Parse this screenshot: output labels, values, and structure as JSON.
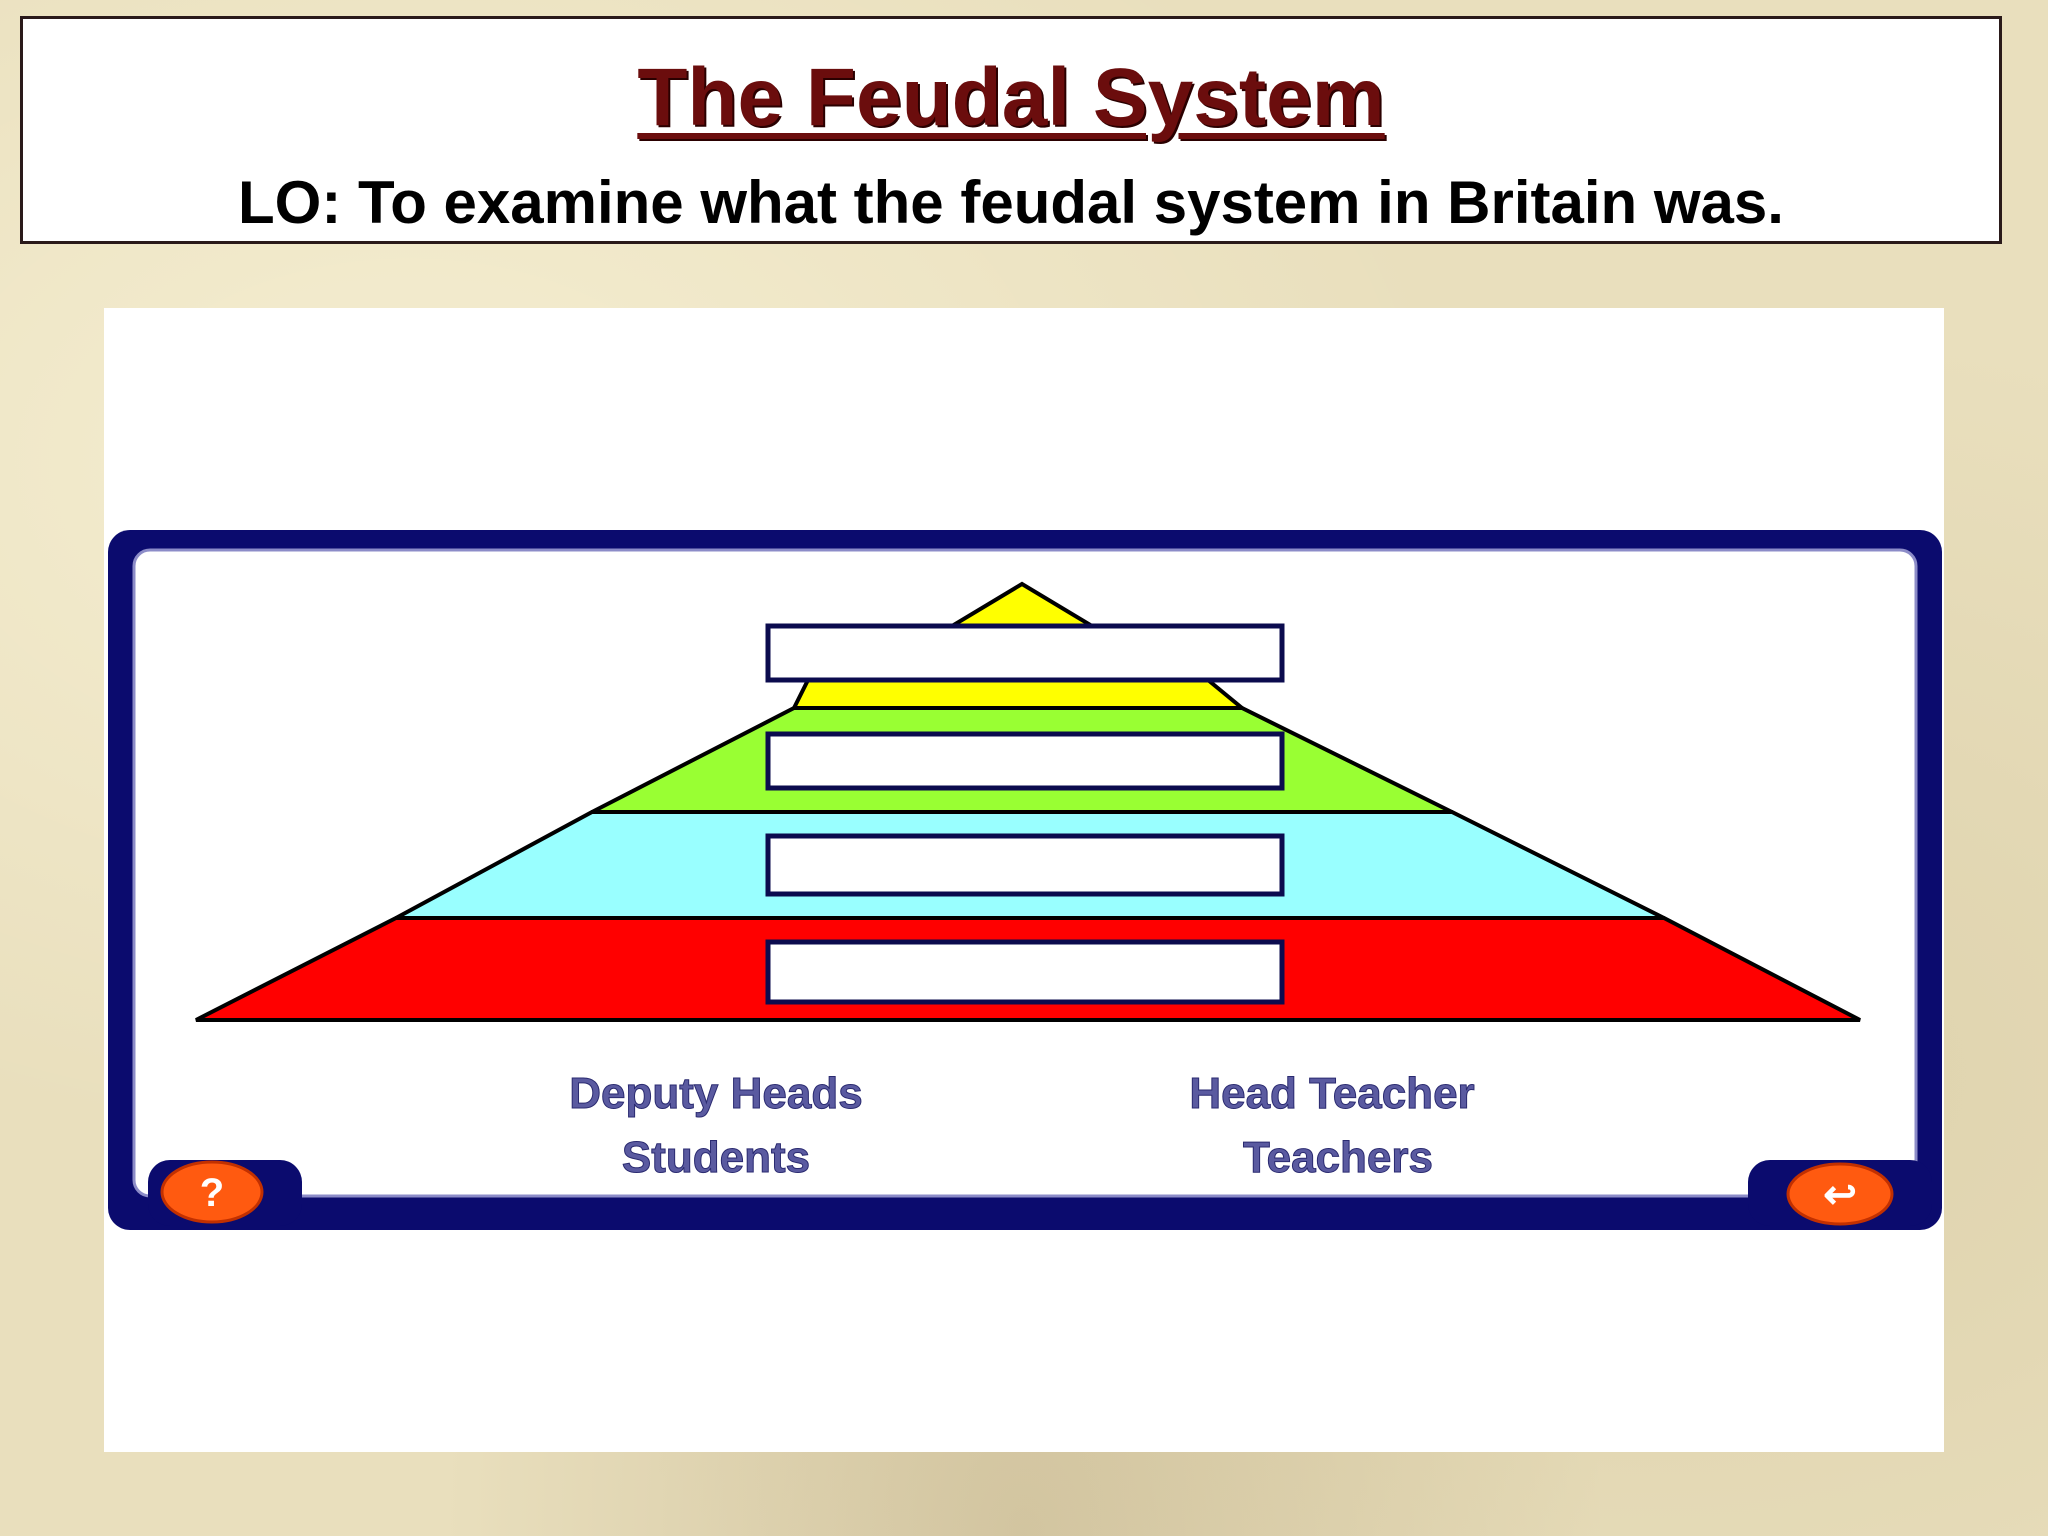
{
  "header": {
    "title": "The Feudal System",
    "subtitle": "LO: To examine what the feudal system in Britain was."
  },
  "pyramid": {
    "levels": [
      {
        "color": "#ffff00"
      },
      {
        "color": "#99ff33"
      },
      {
        "color": "#99ffff"
      },
      {
        "color": "#ff0000"
      }
    ],
    "labels": [
      "Deputy Heads",
      "Head Teacher",
      "Students",
      "Teachers"
    ],
    "help_glyph": "?",
    "back_glyph": "↩"
  }
}
